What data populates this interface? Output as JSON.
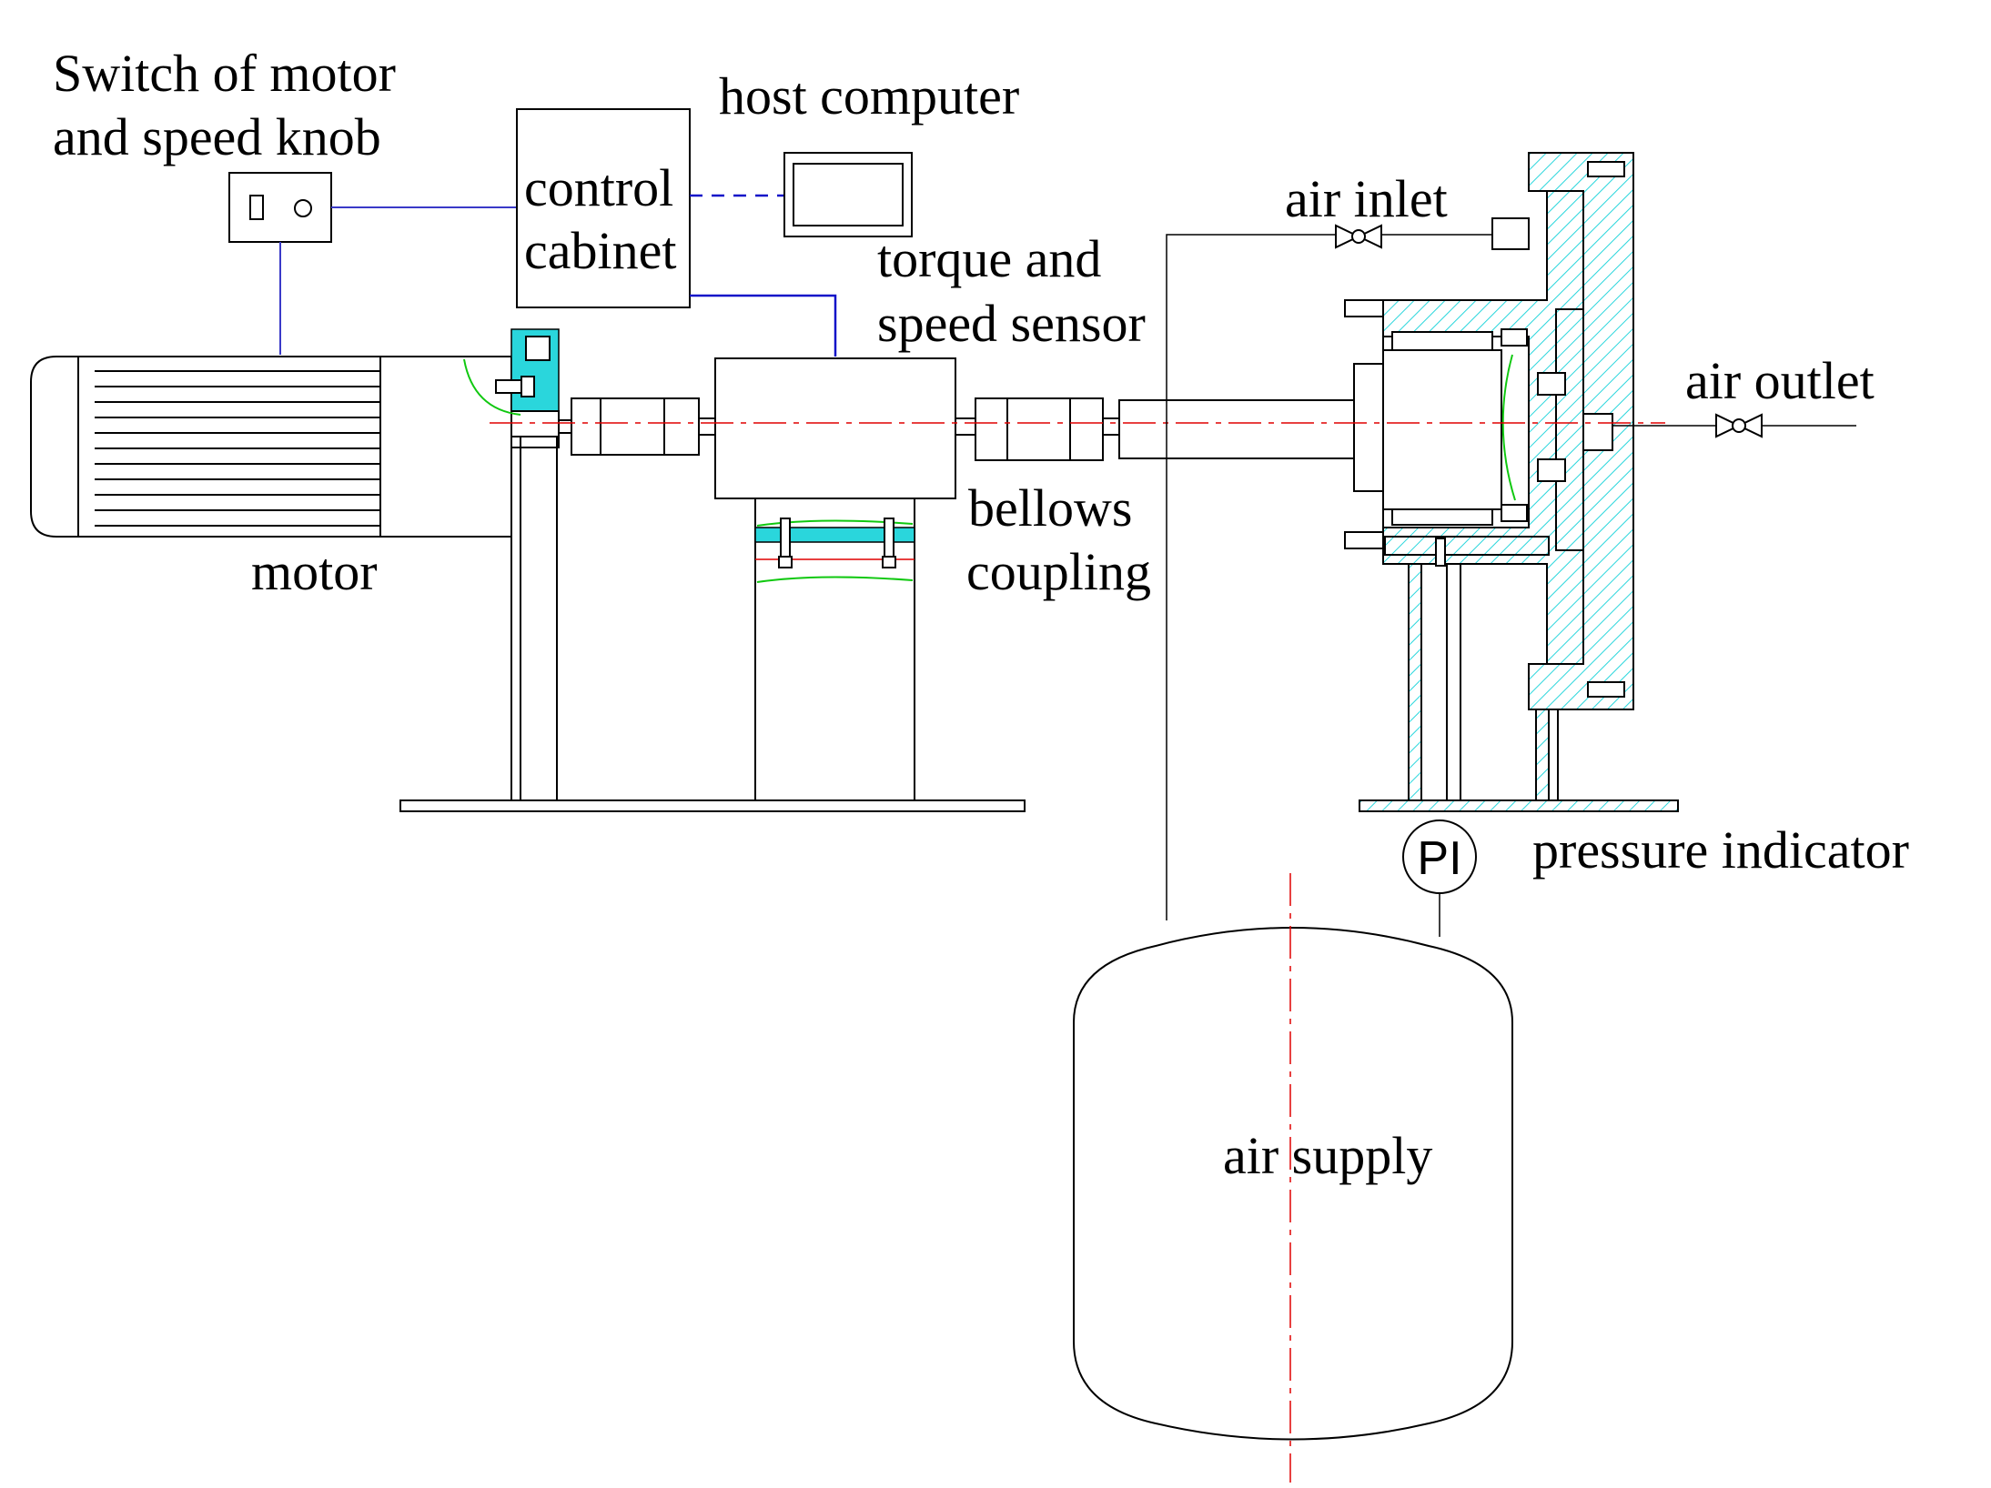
{
  "labels": {
    "switch_line1": "Switch of motor",
    "switch_line2": "and speed knob",
    "control_line1": "control",
    "control_line2": "cabinet",
    "host_computer": "host computer",
    "torque_line1": "torque and",
    "torque_line2": "speed sensor",
    "air_inlet": "air inlet",
    "air_outlet": "air outlet",
    "motor": "motor",
    "bellows_line1": "bellows",
    "bellows_line2": "coupling",
    "pressure_indicator": "pressure indicator",
    "pi_symbol": "PI",
    "air_supply": "air supply"
  },
  "colors": {
    "line": "#000000",
    "signal_wire": "#1010c8",
    "center_line": "#e00000",
    "section_hatch": "#2ad6dc",
    "break_line": "#10c810"
  }
}
